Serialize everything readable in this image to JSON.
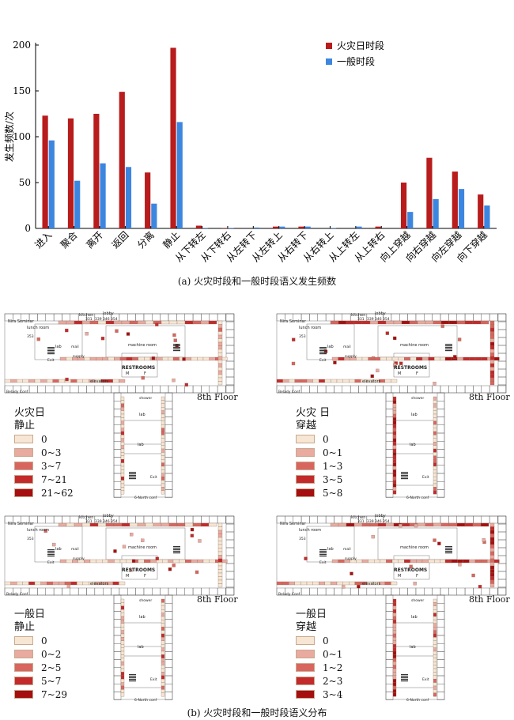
{
  "chart_data": {
    "type": "bar",
    "categories": [
      "进入",
      "聚合",
      "离开",
      "返回",
      "分离",
      "静止",
      "从下转左",
      "从下转右",
      "从左转下",
      "从左转上",
      "从右转下",
      "从右转上",
      "从上转左",
      "从上转右",
      "向上穿越",
      "向右穿越",
      "向左穿越",
      "向下穿越"
    ],
    "series": [
      {
        "name": "火灾日时段",
        "values": [
          123,
          120,
          125,
          149,
          61,
          197,
          3,
          0.5,
          0,
          2,
          2,
          0,
          0,
          2,
          50,
          77,
          62,
          37
        ]
      },
      {
        "name": "一般时段",
        "values": [
          96,
          52,
          71,
          67,
          27,
          116,
          0.5,
          0.5,
          1,
          2,
          2,
          0.5,
          2,
          0,
          18,
          32,
          43,
          25
        ]
      }
    ],
    "ylabel": "发生频数/次",
    "ylim": [
      0,
      200
    ],
    "yticks": [
      0,
      50,
      100,
      150,
      200
    ],
    "legend_position": "top-right",
    "colors": [
      "#b81c1c",
      "#3d86e0"
    ]
  },
  "caption_a": "(a) 火灾时段和一般时段语义发生频数",
  "caption_b": "(b) 火灾时段和一般时段语义分布",
  "floor_labels": {
    "nira_seminar": "Nira Seminar",
    "lunch_room": "lunch room",
    "kitchen": "kitchen",
    "lobby": "lobby",
    "machine_room": "machine room",
    "lab": "lab",
    "supply": "supply",
    "mail": "mail",
    "exit": "Exit",
    "elevators": "elevators",
    "restrooms": "RESTROOMS",
    "m": "M",
    "f": "F",
    "shower": "shower",
    "belady_conf": "Belady Conf",
    "north_conf": "6-North conf",
    "floor": "8th Floor",
    "lobby_nums": "339 346 354",
    "kitchen_num": "331",
    "nira_num": "353"
  },
  "maps": [
    {
      "title_line1": "火灾日",
      "title_line2": "静止",
      "legend": [
        {
          "label": "0",
          "color": "#f6e6d3"
        },
        {
          "label": "0~3",
          "color": "#e9aaa0"
        },
        {
          "label": "3~7",
          "color": "#d8665e"
        },
        {
          "label": "7~21",
          "color": "#c32a2a"
        },
        {
          "label": "21~62",
          "color": "#a50f0f"
        }
      ]
    },
    {
      "title_line1": "火灾 日",
      "title_line2": "穿越",
      "legend": [
        {
          "label": "0",
          "color": "#f6e6d3"
        },
        {
          "label": "0~1",
          "color": "#e9aaa0"
        },
        {
          "label": "1~3",
          "color": "#d8665e"
        },
        {
          "label": "3~5",
          "color": "#c32a2a"
        },
        {
          "label": "5~8",
          "color": "#a50f0f"
        }
      ]
    },
    {
      "title_line1": "一般日",
      "title_line2": "静止",
      "legend": [
        {
          "label": "0",
          "color": "#f6e6d3"
        },
        {
          "label": "0~2",
          "color": "#e9aaa0"
        },
        {
          "label": "2~5",
          "color": "#d8665e"
        },
        {
          "label": "5~7",
          "color": "#c32a2a"
        },
        {
          "label": "7~29",
          "color": "#a50f0f"
        }
      ]
    },
    {
      "title_line1": "一般日",
      "title_line2": "穿越",
      "legend": [
        {
          "label": "0",
          "color": "#f6e6d3"
        },
        {
          "label": "0~1",
          "color": "#e9aaa0"
        },
        {
          "label": "1~2",
          "color": "#d8665e"
        },
        {
          "label": "2~3",
          "color": "#c32a2a"
        },
        {
          "label": "3~4",
          "color": "#a50f0f"
        }
      ]
    }
  ]
}
